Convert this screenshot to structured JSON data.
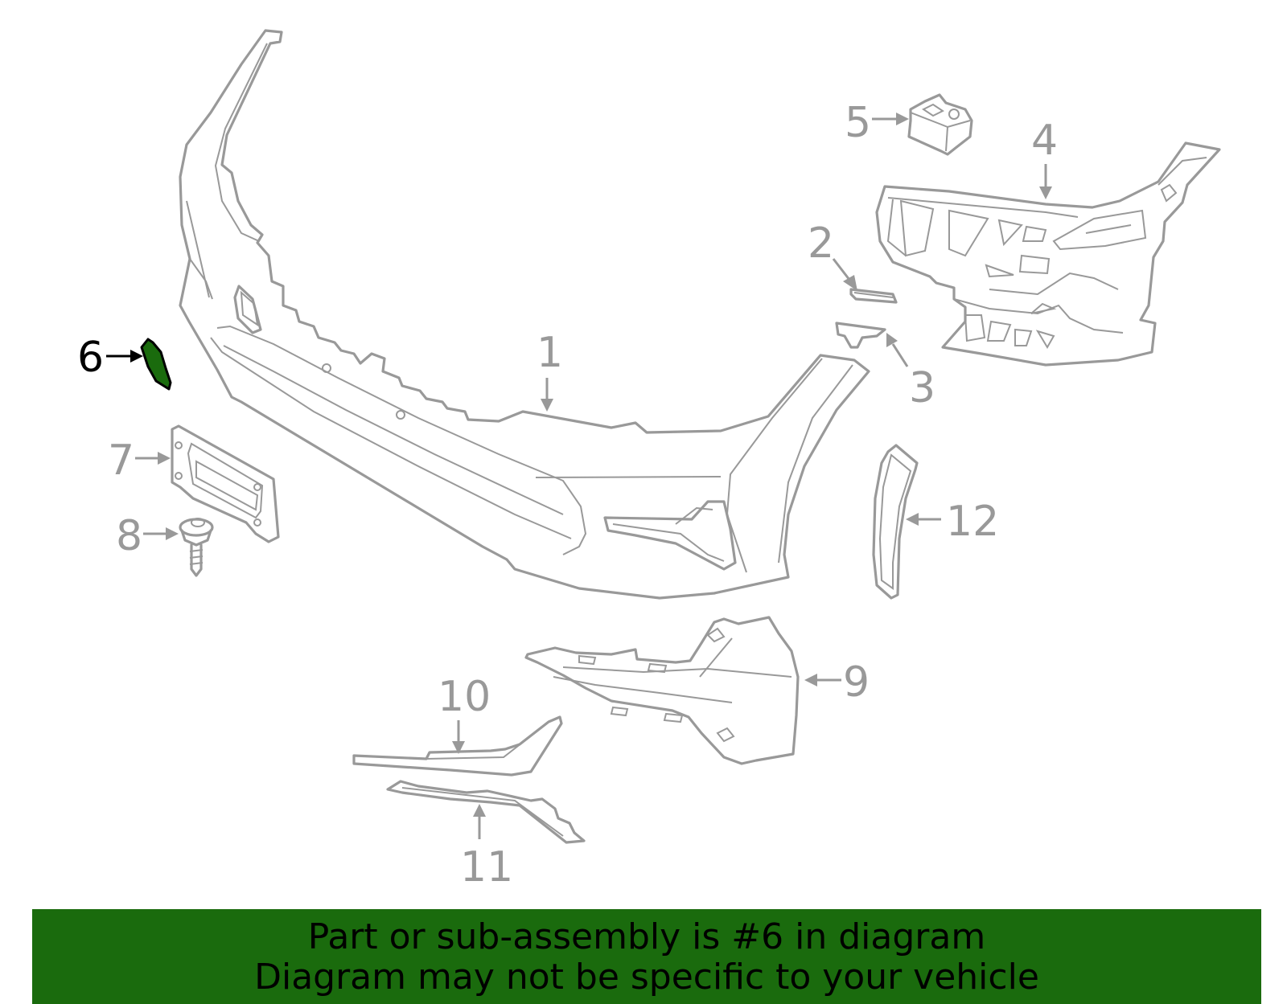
{
  "highlight_color": "#1a6b0d",
  "part_color": "#999999",
  "callouts": {
    "c1": "1",
    "c2": "2",
    "c3": "3",
    "c4": "4",
    "c5": "5",
    "c6": "6",
    "c7": "7",
    "c8": "8",
    "c9": "9",
    "c10": "10",
    "c11": "11",
    "c12": "12"
  },
  "highlighted_part": "6",
  "banner": {
    "line1": "Part or sub-assembly is #6 in diagram",
    "line2": "Diagram may not be specific to your vehicle"
  }
}
